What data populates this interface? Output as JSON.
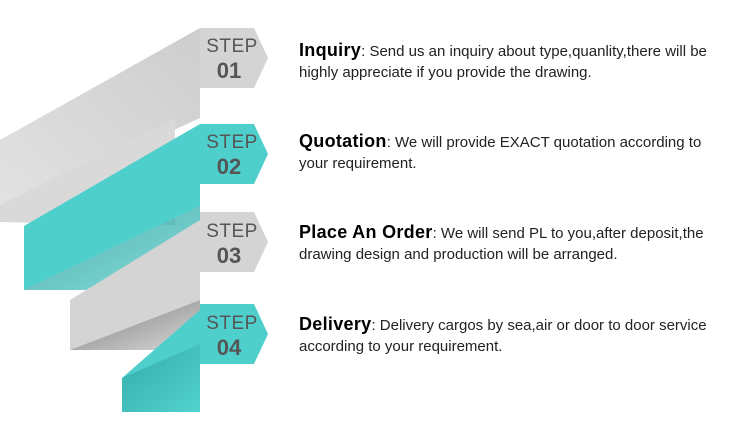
{
  "colors": {
    "teal": "#4ecfcc",
    "teal_dark": "#2aa6a3",
    "gray": "#d4d4d4",
    "gray_dark": "#9a9a9a",
    "label_text": "#555555"
  },
  "steps": [
    {
      "label": "STEP",
      "number": "01",
      "title": "Inquiry",
      "description": ": Send us an inquiry about type,quanlity,there will be highly appreciate if you provide the drawing.",
      "color": "gray"
    },
    {
      "label": "STEP",
      "number": "02",
      "title": "Quotation",
      "description": ": We will provide EXACT quotation according to your requirement.",
      "color": "teal"
    },
    {
      "label": "STEP",
      "number": "03",
      "title": "Place An Order",
      "description": ": We will send PL to you,after deposit,the drawing design and production will be arranged.",
      "color": "gray"
    },
    {
      "label": "STEP",
      "number": "04",
      "title": "Delivery",
      "description": ": Delivery cargos by sea,air or door to door service according to your requirement.",
      "color": "teal"
    }
  ]
}
